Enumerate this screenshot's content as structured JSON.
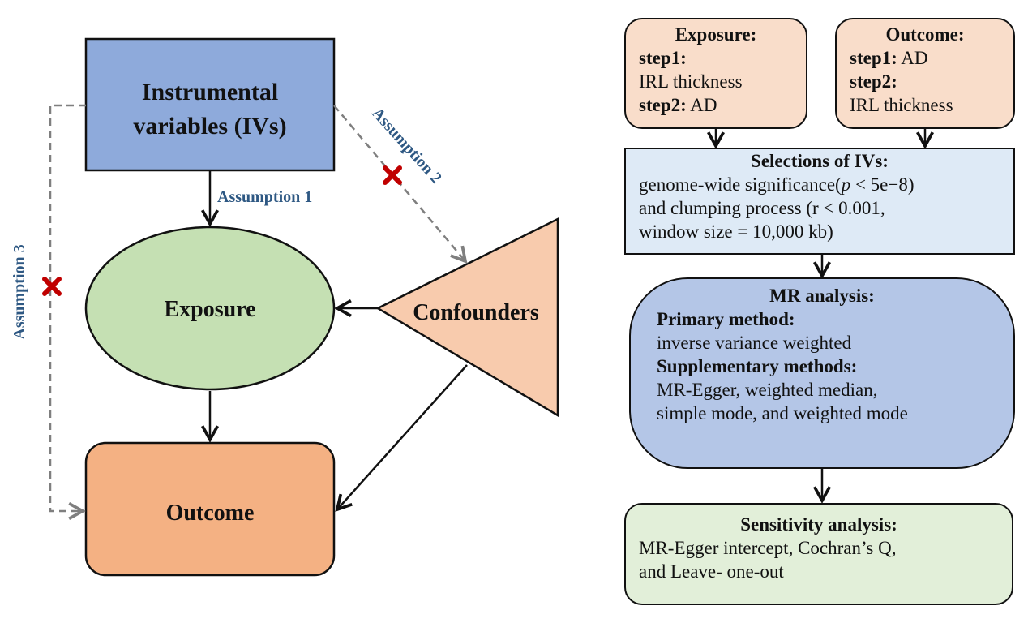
{
  "left_diagram": {
    "ivs_label_line1": "Instrumental",
    "ivs_label_line2": "variables (IVs)",
    "exposure_label": "Exposure",
    "outcome_label": "Outcome",
    "confounders_label": "Confounders",
    "assumption1": "Assumption 1",
    "assumption2": "Assumption 2",
    "assumption3": "Assumption 3",
    "colors": {
      "ivs": "#8eaadb",
      "exposure": "#c5e0b3",
      "outcome": "#f4b183",
      "confounders": "#f8cbad",
      "annotation": "#2e5883",
      "cross": "#c00000",
      "dashed": "#7f7f7f"
    }
  },
  "flowchart": {
    "exposure_box": {
      "title": "Exposure:",
      "step1_label": "step1:",
      "step1_value": "IRL thickness",
      "step2_label": "step2:",
      "step2_value": " AD"
    },
    "outcome_box": {
      "title": "Outcome:",
      "step1_label": "step1:",
      "step1_value": " AD",
      "step2_label": "step2:",
      "step2_value": "IRL thickness"
    },
    "selection_box": {
      "title": "Selections of IVs:",
      "line1_pre": "genome-wide significance(",
      "line1_p": "p",
      "line1_post": " < 5e−8)",
      "line2": "and clumping process (r < 0.001,",
      "line3": "window size = 10,000 kb)"
    },
    "mr_box": {
      "title": "MR analysis:",
      "primary_label": "Primary method:",
      "primary_value": "inverse variance weighted",
      "supp_label": "Supplementary methods:",
      "supp_line1": "MR-Egger, weighted median,",
      "supp_line2": "simple mode, and weighted mode"
    },
    "sensitivity_box": {
      "title": "Sensitivity analysis:",
      "line1": "MR-Egger intercept, Cochran’s Q,",
      "line2": "and Leave- one-out"
    },
    "colors": {
      "exposure_outcome_fill": "#f9ddca",
      "selection_fill": "#deeaf6",
      "mr_fill": "#b4c6e7",
      "sensitivity_fill": "#e2efd9"
    }
  }
}
